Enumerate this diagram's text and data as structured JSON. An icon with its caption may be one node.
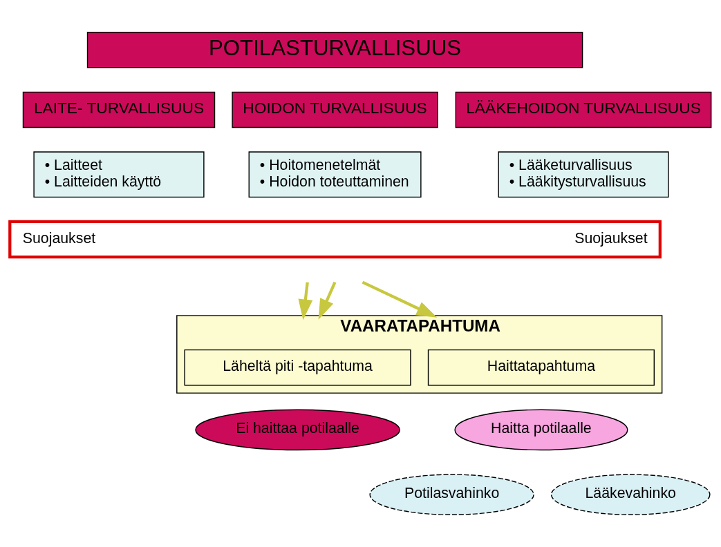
{
  "diagram": {
    "nodes": [
      {
        "text": [
          "POTILASTURVALLISUUS"
        ]
      },
      {
        "text": [
          "LAITE- TURVALLISUUS"
        ]
      },
      {
        "text": [
          "HOIDON TURVALLISUUS"
        ]
      },
      {
        "text": [
          "LÄÄKEHOIDON TURVALLISUUS"
        ]
      },
      {
        "text": [
          "• Laitteet",
          "• Laitteiden käyttö"
        ]
      },
      {
        "text": [
          "• Hoitomenetelmät",
          "• Hoidon toteuttaminen"
        ]
      },
      {
        "text": [
          "• Lääketurvallisuus",
          "• Lääkitysturvallisuus"
        ]
      },
      {
        "text": [
          "Suojaukset",
          "Suojaukset"
        ]
      },
      {
        "text": [
          "VAARATAPAHTUMA"
        ]
      },
      {
        "text": [
          "Läheltä piti -tapahtuma"
        ],
        "in": 8
      },
      {
        "text": [
          "Haittatapahtuma"
        ],
        "in": 8
      },
      {
        "text": [
          "Ei haittaa potilaalle"
        ]
      },
      {
        "text": [
          "Haitta potilaalle"
        ]
      },
      {
        "text": [
          "Potilasvahinko"
        ]
      },
      {
        "text": [
          "Lääkevahinko"
        ]
      }
    ],
    "edges": [
      {
        "from": null,
        "to": 8,
        "arrow": "to"
      },
      {
        "from": null,
        "to": 8,
        "arrow": "to"
      },
      {
        "from": null,
        "to": 8,
        "arrow": "to"
      }
    ]
  }
}
